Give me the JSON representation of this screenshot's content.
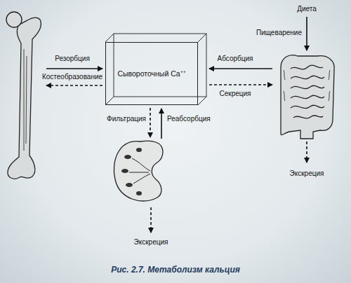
{
  "diagram": {
    "caption": "Рис. 2.7. Метаболизм кальция",
    "nodes": [
      {
        "text": [
          "Сывороточный Ca⁺⁺"
        ]
      }
    ],
    "labels": [
      "Резорбция",
      "Костеобразование",
      "Абсорбция",
      "Секреция",
      "Фильтрация",
      "Реабсорбция",
      "Диета",
      "Пищеварение",
      "Экскреция",
      "Экскреция"
    ]
  }
}
